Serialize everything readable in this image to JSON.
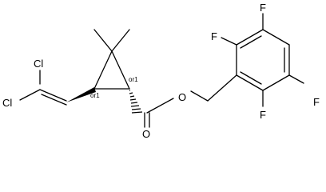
{
  "molecule": {
    "atom_labels": {
      "cl_top": "Cl",
      "cl_bottom": "Cl",
      "o_ester": "O",
      "o_carbonyl": "O",
      "f_top": "F",
      "f_left": "F",
      "f_right": "F",
      "f_bottom": "F"
    },
    "stereo_labels": {
      "c1": "or1",
      "c3": "or1"
    }
  }
}
